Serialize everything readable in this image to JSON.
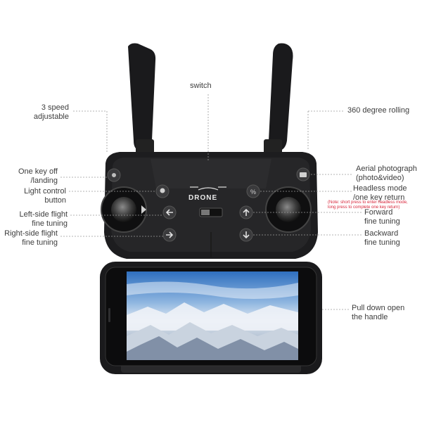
{
  "labels": {
    "switch": "switch",
    "speed_line1": "3 speed",
    "speed_line2": "adjustable",
    "rolling": "360 degree rolling",
    "takeoff_line1": "One key off",
    "takeoff_line2": "/landing",
    "light_line1": "Light control",
    "light_line2": "button",
    "left_line1": "Left-side flight",
    "left_line2": "fine tuning",
    "right_line1": "Right-side flight",
    "right_line2": "fine tuning",
    "aerial_line1": "Aerial photograph",
    "aerial_line2": "(photo&video)",
    "headless_line1": "Headless mode",
    "headless_line2": "/one key return",
    "note_line1": "(Note: short press to enter headless mode,",
    "note_line2": "long press to complete one key return)",
    "forward_line1": "Forward",
    "forward_line2": "fine tuning",
    "backward_line1": "Backward",
    "backward_line2": "fine tuning",
    "pull_line1": "Pull down open",
    "pull_line2": "the handle"
  },
  "logo_text": "DRONE",
  "colors": {
    "body": "#1d1d1f",
    "leader": "#9a9a9a",
    "note": "#d8253a",
    "sky_top": "#2f6fbf",
    "snow": "#eef2f7"
  }
}
